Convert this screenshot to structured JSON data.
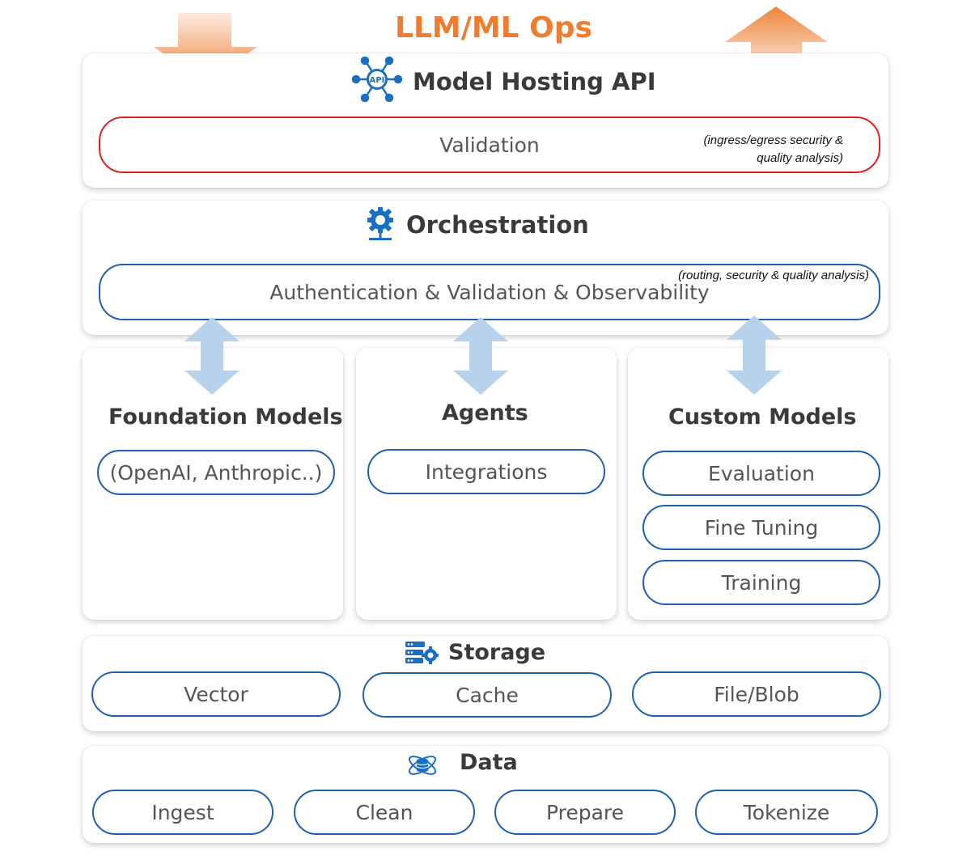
{
  "title": "LLM/ML Ops",
  "colors": {
    "accent": "#ee7d31",
    "border_blue": "#1f5fb4",
    "border_red": "#e02020",
    "icon_blue": "#1a6fc4",
    "arrow_light_blue": "#b7d3ec"
  },
  "hosting": {
    "heading": "Model Hosting API",
    "icon": "api-network-icon",
    "validation_label": "Validation",
    "validation_note_line1": "(ingress/egress security &",
    "validation_note_line2": "quality analysis)"
  },
  "orchestration": {
    "heading": "Orchestration",
    "icon": "gear-network-icon",
    "pill_label": "Authentication & Validation & Observability",
    "note": "(routing, security & quality analysis)"
  },
  "foundation": {
    "heading": "Foundation Models",
    "pills": [
      "(OpenAI, Anthropic..)"
    ]
  },
  "agents": {
    "heading": "Agents",
    "pills": [
      "Integrations"
    ]
  },
  "custom": {
    "heading": "Custom Models",
    "pills": [
      "Evaluation",
      "Fine Tuning",
      "Training"
    ]
  },
  "storage": {
    "heading": "Storage",
    "icon": "server-gear-icon",
    "pills": [
      "Vector",
      "Cache",
      "File/Blob"
    ]
  },
  "data": {
    "heading": "Data",
    "icon": "database-atom-icon",
    "pills": [
      "Ingest",
      "Clean",
      "Prepare",
      "Tokenize"
    ]
  }
}
